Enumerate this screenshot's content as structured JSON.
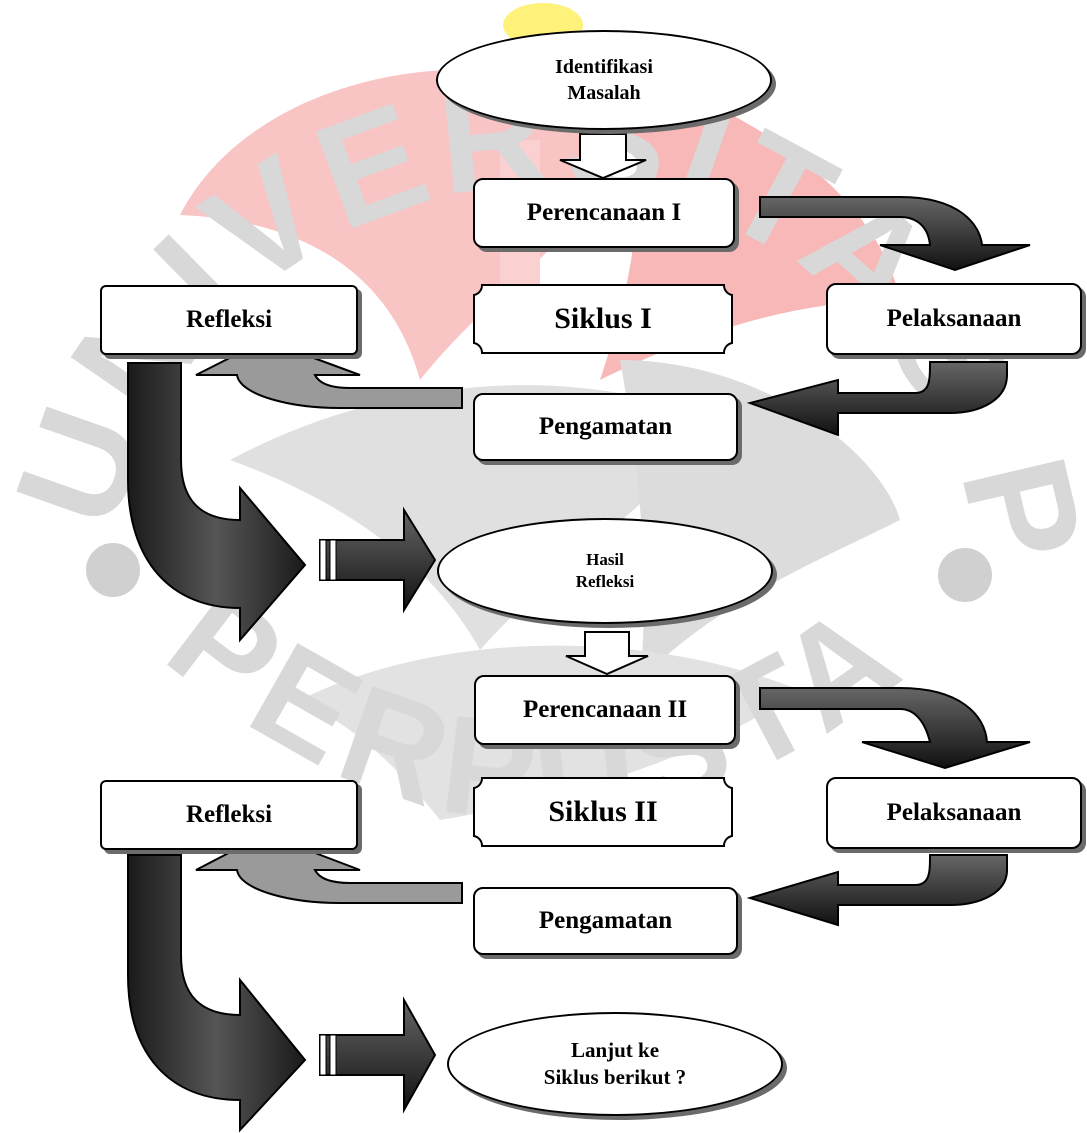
{
  "diagram": {
    "start": [
      "Identifikasi",
      "Masalah"
    ],
    "cycle1": {
      "perencanaan": "Perencanaan I",
      "siklus": "Siklus I",
      "pelaksanaan": "Pelaksanaan",
      "pengamatan": "Pengamatan",
      "refleksi": "Refleksi"
    },
    "hasil": [
      "Hasil",
      "Refleksi"
    ],
    "cycle2": {
      "perencanaan": "Perencanaan II",
      "siklus": "Siklus II",
      "pelaksanaan": "Pelaksanaan",
      "pengamatan": "Pengamatan",
      "refleksi": "Refleksi"
    },
    "end": [
      "Lanjut ke",
      "Siklus berikut ?"
    ]
  },
  "watermark": {
    "text": "UNIVERSITAS PENDIDIKAN INDONESIA",
    "lower_text": "PERPUSTAKAAN",
    "colors": {
      "red": "#f7b0b0",
      "gray": "#d6d6d6",
      "yellow": "#fff27a"
    }
  }
}
